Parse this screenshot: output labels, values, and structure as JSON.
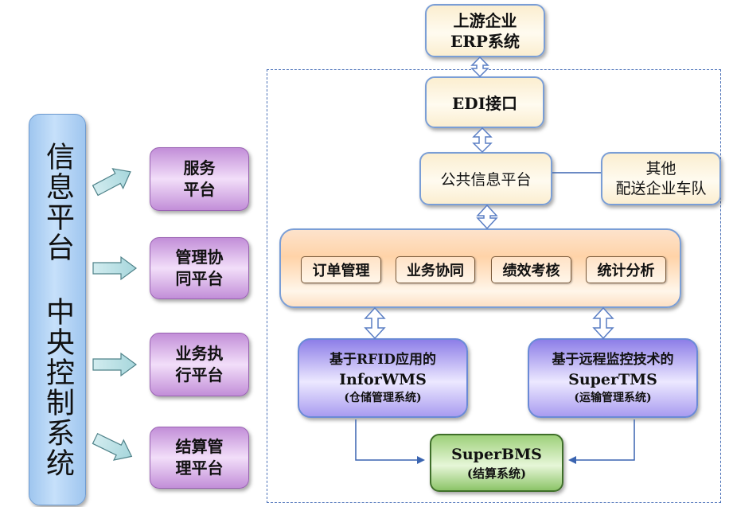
{
  "control_system": {
    "label": "信息平台 中央控制系统"
  },
  "platforms": [
    {
      "label": "服务\n平台"
    },
    {
      "label": "管理协\n同平台"
    },
    {
      "label": "业务执\n行平台"
    },
    {
      "label": "结算管\n理平台"
    }
  ],
  "upstream_erp": {
    "label": "上游企业\nERP系统"
  },
  "edi": {
    "label": "EDI接口"
  },
  "public_info": {
    "label": "公共信息平台"
  },
  "other_fleet": {
    "label": "其他\n配送企业车队"
  },
  "modules": [
    {
      "label": "订单管理"
    },
    {
      "label": "业务协同"
    },
    {
      "label": "绩效考核"
    },
    {
      "label": "统计分析"
    }
  ],
  "wms": {
    "line1": "基于RFID应用的",
    "line2": "InforWMS",
    "line3": "(仓储管理系统)"
  },
  "tms": {
    "line1": "基于远程监控技术的",
    "line2": "SuperTMS",
    "line3": "(运输管理系统)"
  },
  "bms": {
    "line1": "SuperBMS",
    "line2": "(结算系统)"
  },
  "colors": {
    "control": "#b3d4f5",
    "platform": "#c28ed8",
    "core": "#ffd3a8",
    "system": "#8d7ee8",
    "bms": "#9ed07a",
    "border": "#4a70b8"
  }
}
